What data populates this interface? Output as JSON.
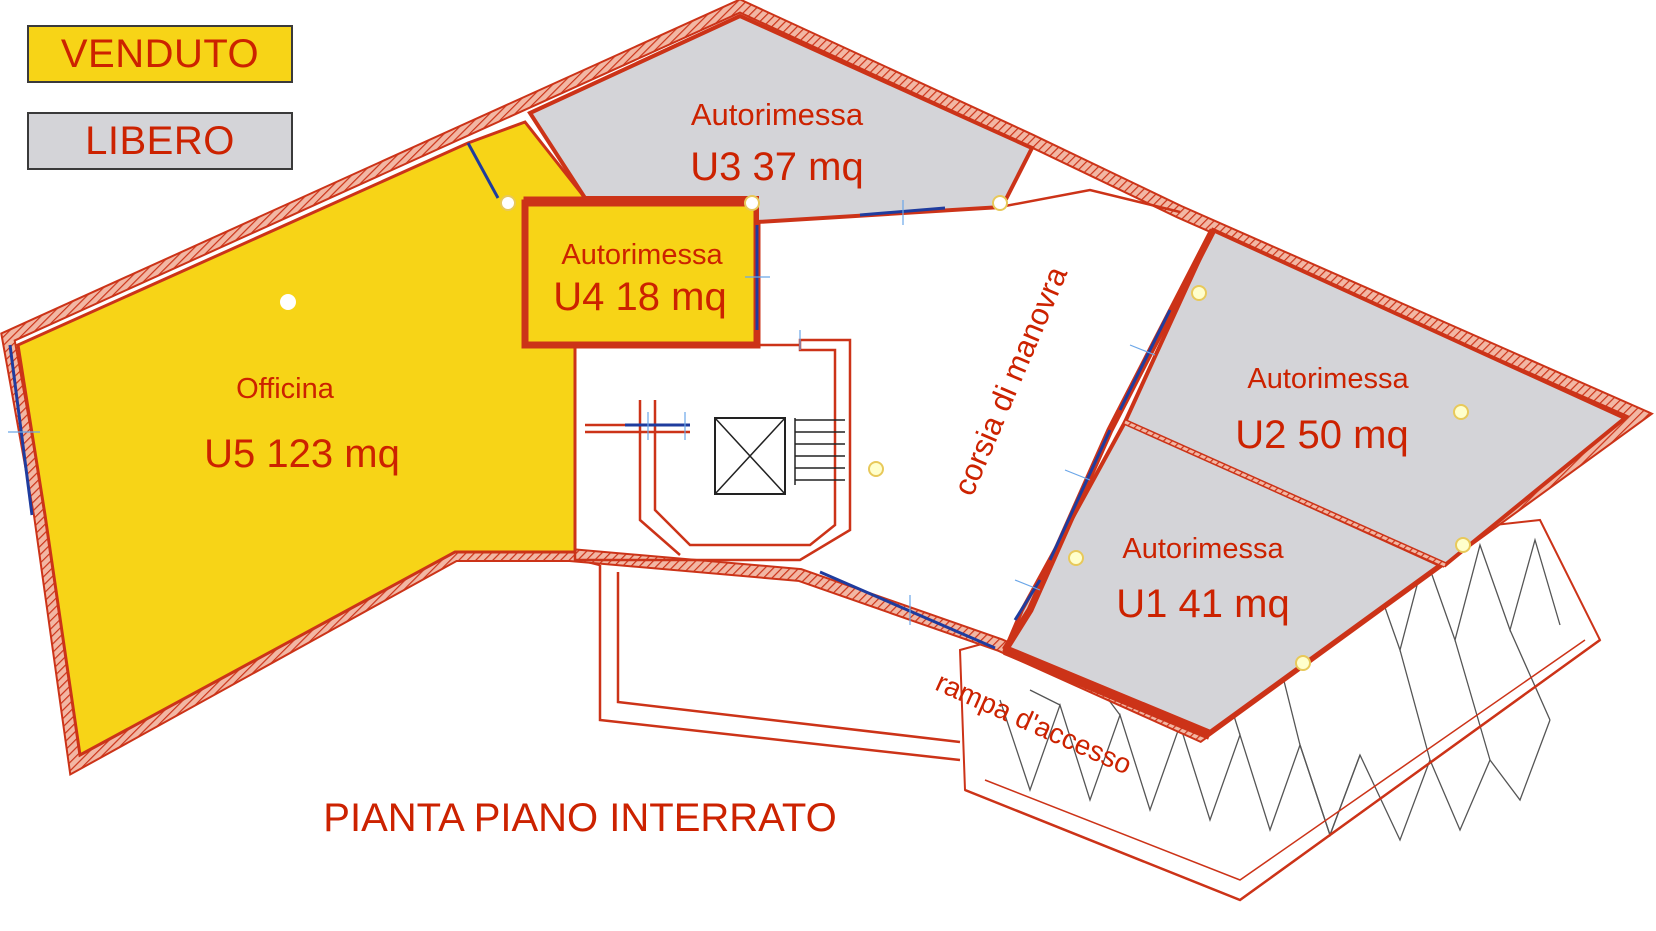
{
  "colors": {
    "sold": "#f7d417",
    "free": "#d4d4d8",
    "wall": "#cc3318",
    "text": "#cc2200",
    "window": "#1f3c9e",
    "node": "#ffffcc"
  },
  "legend": {
    "sold_label": "VENDUTO",
    "free_label": "LIBERO"
  },
  "units": {
    "u3": {
      "type_label": "Autorimessa",
      "name_label": "U3 37 mq",
      "status": "free"
    },
    "u4": {
      "type_label": "Autorimessa",
      "name_label": "U4 18 mq",
      "status": "sold"
    },
    "u5": {
      "type_label": "Officina",
      "name_label": "U5 123 mq",
      "status": "sold"
    },
    "u2": {
      "type_label": "Autorimessa",
      "name_label": "U2 50 mq",
      "status": "free"
    },
    "u1": {
      "type_label": "Autorimessa",
      "name_label": "U1 41 mq",
      "status": "free"
    }
  },
  "areas": {
    "aisle_label": "corsia di manovra",
    "ramp_label": "rampa d'accesso"
  },
  "plan_title": "PIANTA PIANO INTERRATO"
}
